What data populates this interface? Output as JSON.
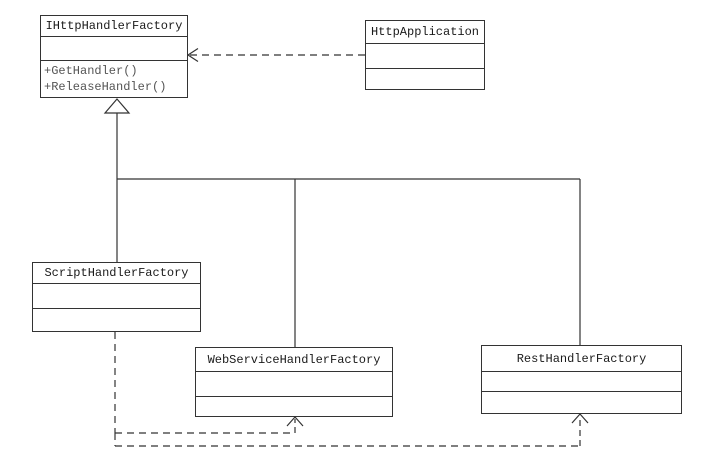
{
  "diagram": {
    "type": "uml-class-diagram",
    "colors": {
      "background": "#ffffff",
      "line": "#333333",
      "title_text": "#1a1a1a",
      "method_text": "#555555"
    },
    "classes": [
      {
        "name": "IHttpHandlerFactory",
        "methods": [
          "+GetHandler()",
          "+ReleaseHandler()"
        ]
      },
      {
        "name": "HttpApplication",
        "methods": []
      },
      {
        "name": "ScriptHandlerFactory",
        "methods": []
      },
      {
        "name": "WebServiceHandlerFactory",
        "methods": []
      },
      {
        "name": "RestHandlerFactory",
        "methods": []
      }
    ],
    "relationships": [
      {
        "type": "dependency",
        "from": "HttpApplication",
        "to": "IHttpHandlerFactory",
        "line": "dashed",
        "arrowhead": "open"
      },
      {
        "type": "generalization",
        "from": "ScriptHandlerFactory",
        "to": "IHttpHandlerFactory",
        "line": "solid",
        "arrowhead": "hollow-triangle"
      },
      {
        "type": "generalization",
        "from": "WebServiceHandlerFactory",
        "to": "IHttpHandlerFactory",
        "line": "solid",
        "arrowhead": "hollow-triangle"
      },
      {
        "type": "generalization",
        "from": "RestHandlerFactory",
        "to": "IHttpHandlerFactory",
        "line": "solid",
        "arrowhead": "hollow-triangle"
      },
      {
        "type": "dependency",
        "from": "ScriptHandlerFactory",
        "to": "WebServiceHandlerFactory",
        "line": "dashed",
        "arrowhead": "open"
      },
      {
        "type": "dependency",
        "from": "ScriptHandlerFactory",
        "to": "RestHandlerFactory",
        "line": "dashed",
        "arrowhead": "open"
      }
    ]
  }
}
